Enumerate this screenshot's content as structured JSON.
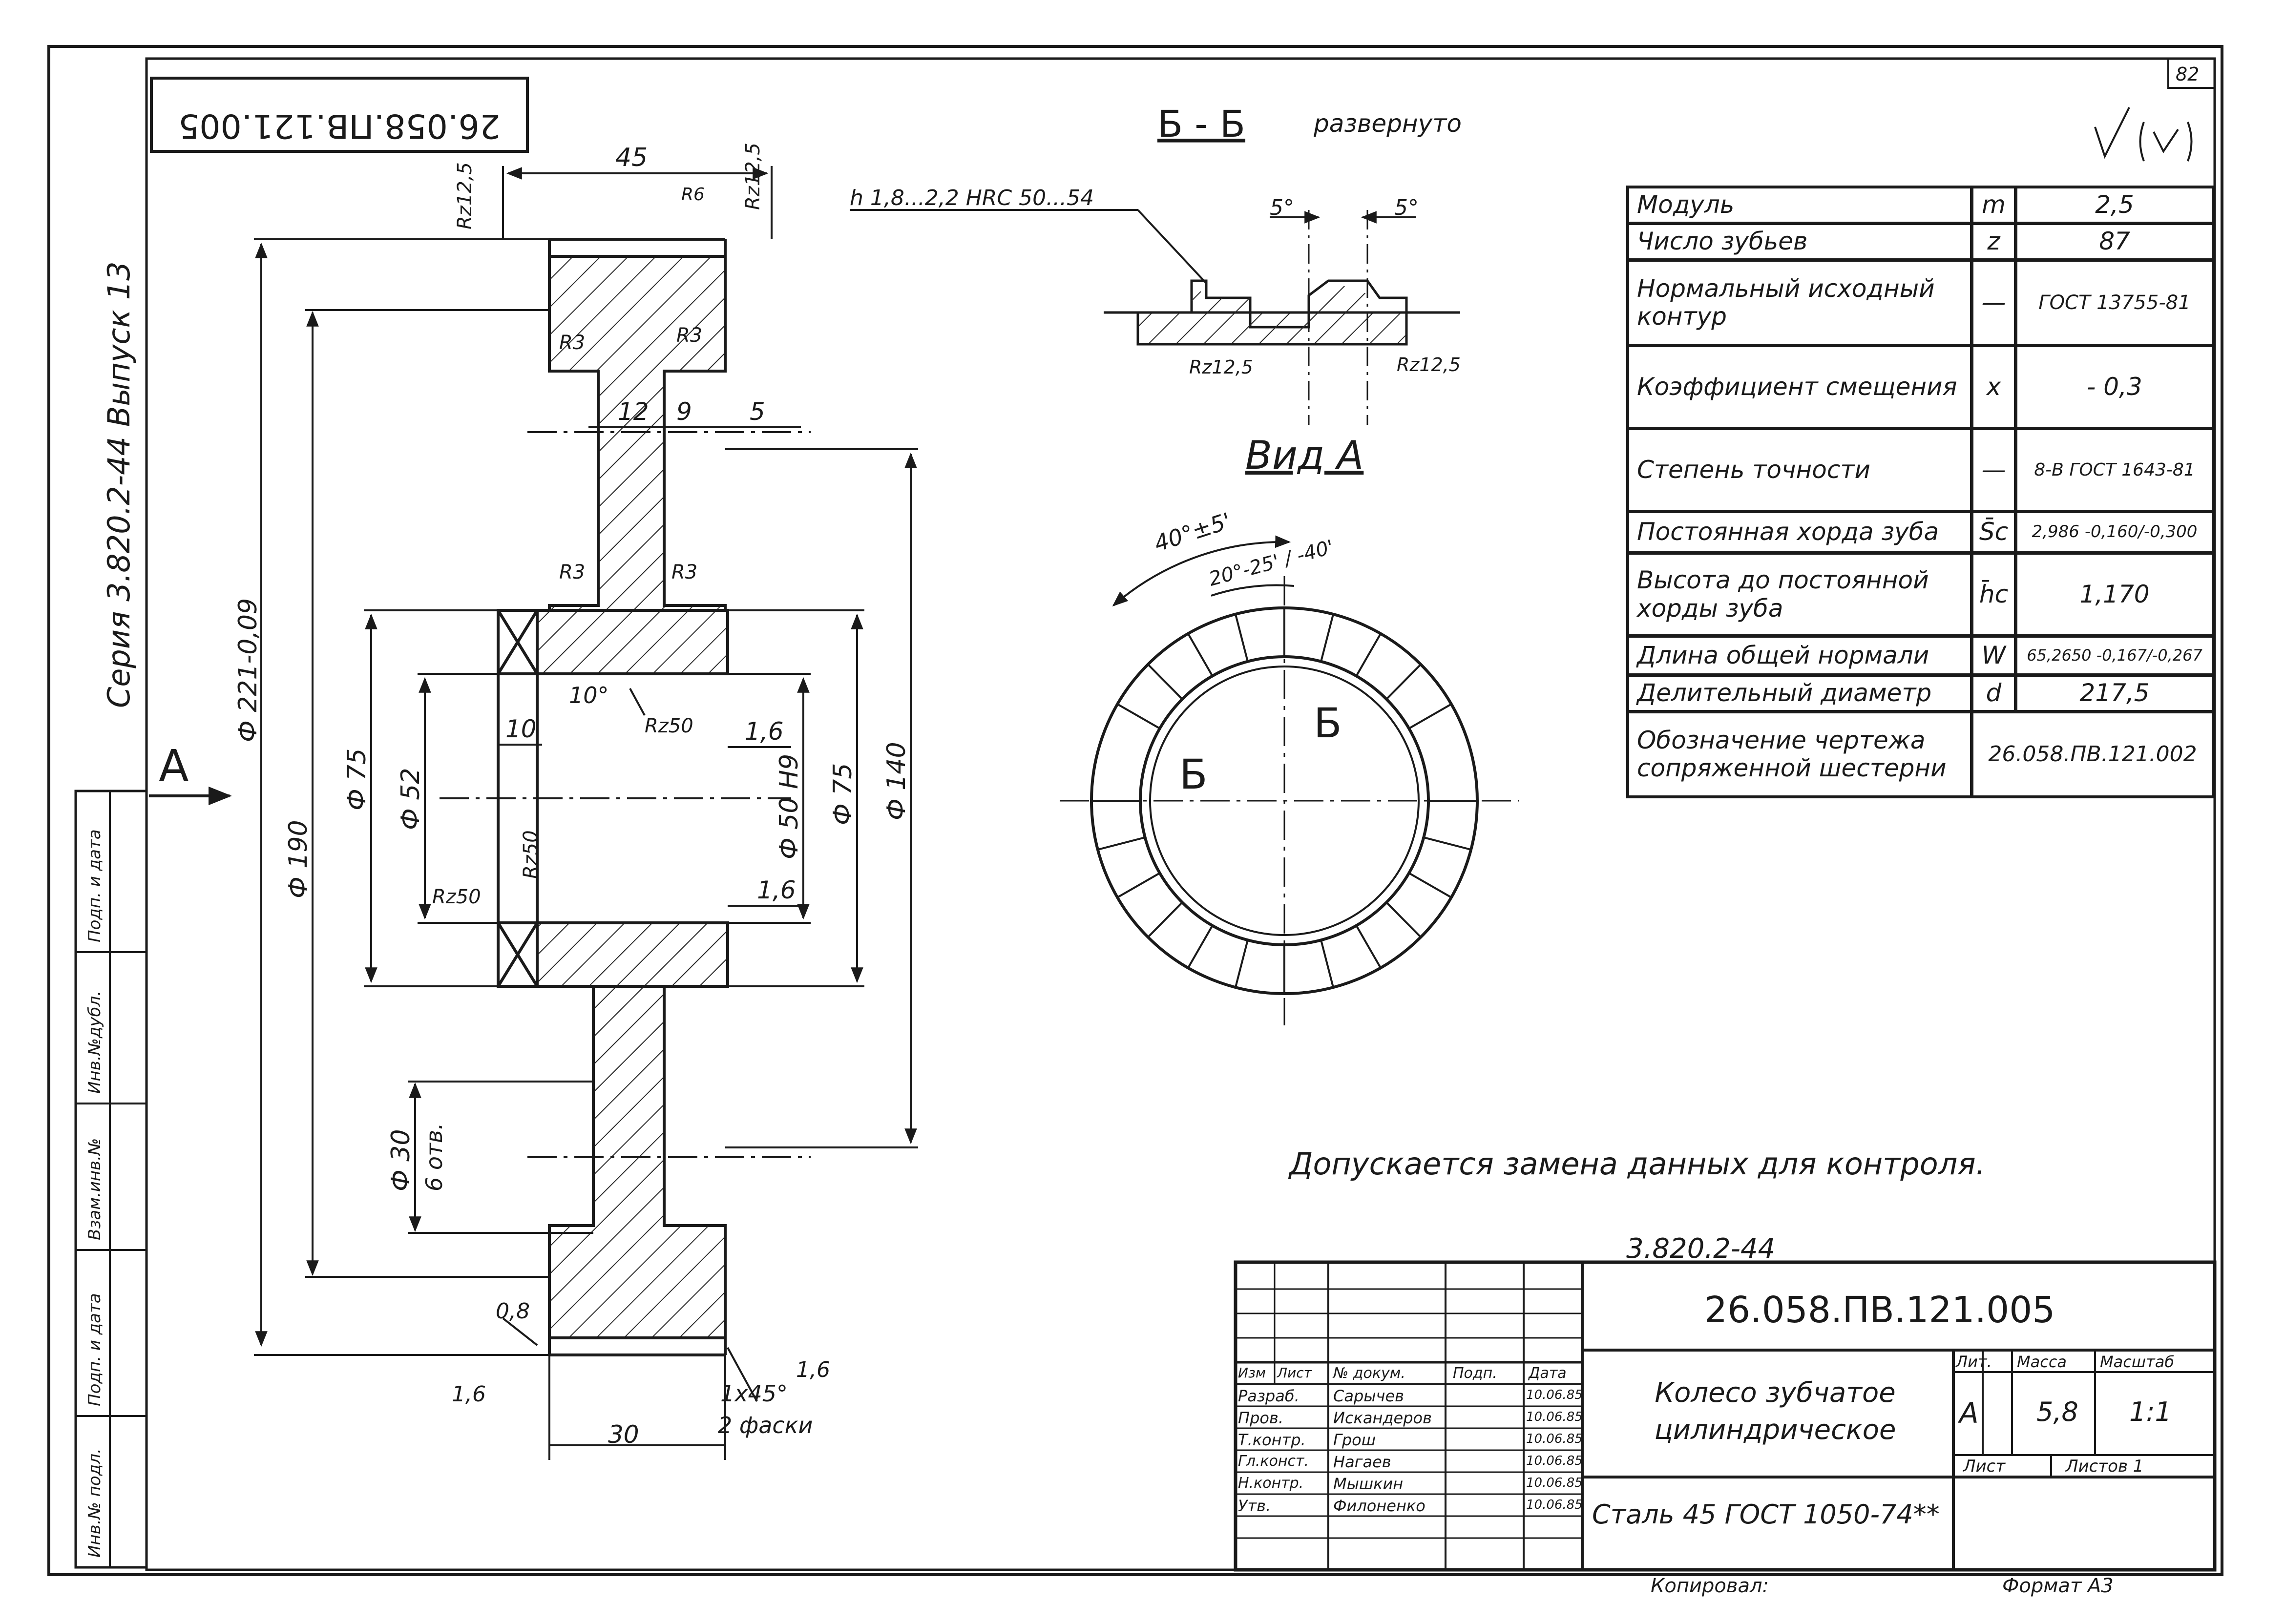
{
  "sheet": {
    "page_number": "82",
    "stamp_upside_down": "26.058.ПВ.121.005",
    "series_label": "Серия 3.820.2-44 Выпуск 13",
    "note": "Допускается замена данных для контроля."
  },
  "section": {
    "title": "Б - Б",
    "subtitle": "развернуто",
    "hardening_note": "h 1,8...2,2 HRC 50...54",
    "angle_left": "5°",
    "angle_right": "5°",
    "rough_left": "Rz12,5",
    "rough_right": "Rz12,5"
  },
  "view_a": {
    "title": "Вид А",
    "angle_outer": "40°±5'",
    "angle_inner": "20°-25' / -40'",
    "section_mark": "Б",
    "view_arrow": "А"
  },
  "main_view": {
    "dims": {
      "d221": "Ф 221-0,09",
      "d190": "Ф 190",
      "d75": "Ф 75",
      "d52": "Ф 52",
      "d50": "Ф 50 Н9",
      "d75r": "Ф 75",
      "d140": "Ф 140",
      "d30": "Ф 30",
      "holes": "6 отв.",
      "w45": "45",
      "w12": "12",
      "w9": "9",
      "w5": "5",
      "w10": "10",
      "w30": "30",
      "w16a": "1,6",
      "w16b": "1,6",
      "w08": "0,8",
      "chamfer": "1х45°",
      "chamfer2": "2 фаски",
      "ang10": "10°",
      "rz50a": "Rz50",
      "rz50b": "Rz50",
      "rz50c": "Rz50",
      "rz125a": "Rz12,5",
      "rz125b": "Rz12,5",
      "r3a": "R3",
      "r3b": "R3",
      "r3c": "R3",
      "r3d": "R3",
      "r6": "R6",
      "f16a": "1,6",
      "f16b": "1,6"
    }
  },
  "params_table": {
    "rows": [
      {
        "name": "Модуль",
        "symbol": "m",
        "value": "2,5"
      },
      {
        "name": "Число зубьев",
        "symbol": "z",
        "value": "87"
      },
      {
        "name": "Нормальный исходный контур",
        "symbol": "—",
        "value": "ГОСТ 13755-81"
      },
      {
        "name": "Коэффициент смещения",
        "symbol": "x",
        "value": "- 0,3"
      },
      {
        "name": "Степень точности",
        "symbol": "—",
        "value": "8-В ГОСТ 1643-81"
      },
      {
        "name": "Постоянная хорда зуба",
        "symbol": "S̄c",
        "value": "2,986 -0,160/-0,300"
      },
      {
        "name": "Высота до постоянной хорды зуба",
        "symbol": "h̄c",
        "value": "1,170"
      },
      {
        "name": "Длина общей нормали",
        "symbol": "W",
        "value": "65,2650 -0,167/-0,267"
      },
      {
        "name": "Делительный диаметр",
        "symbol": "d",
        "value": "217,5"
      },
      {
        "name": "Обозначение чертежа сопряженной шестерни",
        "symbol": "",
        "value": "26.058.ПВ.121.002"
      }
    ]
  },
  "title_block": {
    "series_code": "3.820.2-44",
    "designation": "26.058.ПВ.121.005",
    "part_name": "Колесо зубчатое цилиндрическое",
    "material": "Сталь 45 ГОСТ 1050-74**",
    "lit_label": "Лит.",
    "mass_label": "Масса",
    "scale_label": "Масштаб",
    "lit": "А",
    "mass": "5,8",
    "scale": "1:1",
    "sheet_label": "Лист",
    "sheets_label": "Листов 1",
    "head": [
      "Изм",
      "Лист",
      "№ докум.",
      "Подп.",
      "Дата"
    ],
    "roles": [
      {
        "role": "Разраб.",
        "name": "Сарычев"
      },
      {
        "role": "Пров.",
        "name": "Искандеров"
      },
      {
        "role": "Т.контр.",
        "name": "Грош"
      },
      {
        "role": "Гл.конст.",
        "name": "Нагаев"
      },
      {
        "role": "Н.контр.",
        "name": "Мышкин"
      },
      {
        "role": "Утв.",
        "name": "Филоненко"
      }
    ],
    "dates": [
      "10.06.85",
      "10.06.85",
      "10.06.85",
      "10.06.85",
      "10.06.85",
      "10.06.85"
    ],
    "copied": "Копировал:",
    "format": "Формат А3"
  },
  "side_stamp": {
    "cells": [
      "Инв.№ подл.",
      "Подп. и дата",
      "Взам.инв.№",
      "Инв.№дубл.",
      "Подп. и дата"
    ]
  }
}
